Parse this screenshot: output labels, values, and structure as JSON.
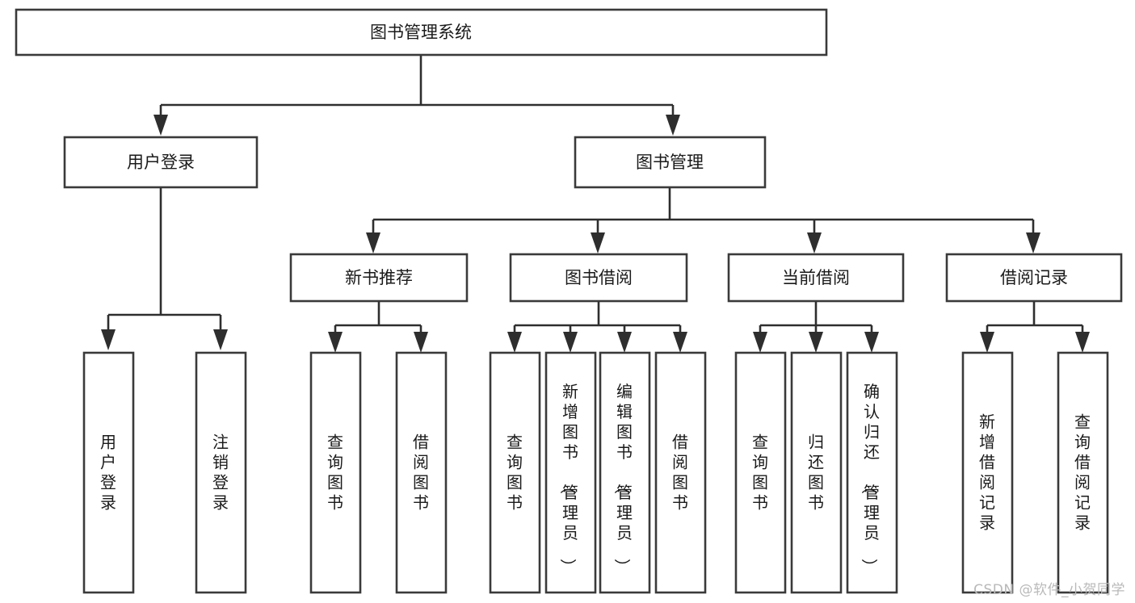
{
  "diagram": {
    "title": "图书管理系统",
    "type": "tree-hierarchy-diagram",
    "watermark": "CSDN @软件_小贺同学",
    "root": {
      "id": "root",
      "label": "图书管理系统"
    },
    "level2": [
      {
        "id": "user-login",
        "label": "用户登录"
      },
      {
        "id": "book-manage",
        "label": "图书管理"
      }
    ],
    "level3": [
      {
        "id": "new-book-recommend",
        "label": "新书推荐",
        "parent": "book-manage"
      },
      {
        "id": "book-borrow",
        "label": "图书借阅",
        "parent": "book-manage"
      },
      {
        "id": "current-borrow",
        "label": "当前借阅",
        "parent": "book-manage"
      },
      {
        "id": "borrow-record",
        "label": "借阅记录",
        "parent": "book-manage"
      }
    ],
    "leaves": [
      {
        "id": "leaf-user-login",
        "label": "用户登录",
        "parent": "user-login"
      },
      {
        "id": "leaf-user-logout",
        "label": "注销登录",
        "parent": "user-login"
      },
      {
        "id": "leaf-query-book-1",
        "label": "查询图书",
        "parent": "new-book-recommend"
      },
      {
        "id": "leaf-borrow-book-1",
        "label": "借阅图书",
        "parent": "new-book-recommend"
      },
      {
        "id": "leaf-query-book-2",
        "label": "查询图书",
        "parent": "book-borrow"
      },
      {
        "id": "leaf-add-book",
        "label": "新增图书（管理员）",
        "parent": "book-borrow"
      },
      {
        "id": "leaf-edit-book",
        "label": "编辑图书（管理员）",
        "parent": "book-borrow"
      },
      {
        "id": "leaf-borrow-book-2",
        "label": "借阅图书",
        "parent": "book-borrow"
      },
      {
        "id": "leaf-query-book-3",
        "label": "查询图书",
        "parent": "current-borrow"
      },
      {
        "id": "leaf-return-book",
        "label": "归还图书",
        "parent": "current-borrow"
      },
      {
        "id": "leaf-confirm-return",
        "label": "确认归还（管理员）",
        "parent": "current-borrow"
      },
      {
        "id": "leaf-add-record",
        "label": "新增借阅记录",
        "parent": "borrow-record"
      },
      {
        "id": "leaf-query-record",
        "label": "查询借阅记录",
        "parent": "borrow-record"
      }
    ],
    "colors": {
      "box_stroke": "#3a3a3a",
      "box_fill": "#ffffff",
      "connector": "#2e2e2e",
      "text": "#1a1a1a",
      "watermark": "#b9b9b9",
      "background": "#ffffff"
    }
  }
}
